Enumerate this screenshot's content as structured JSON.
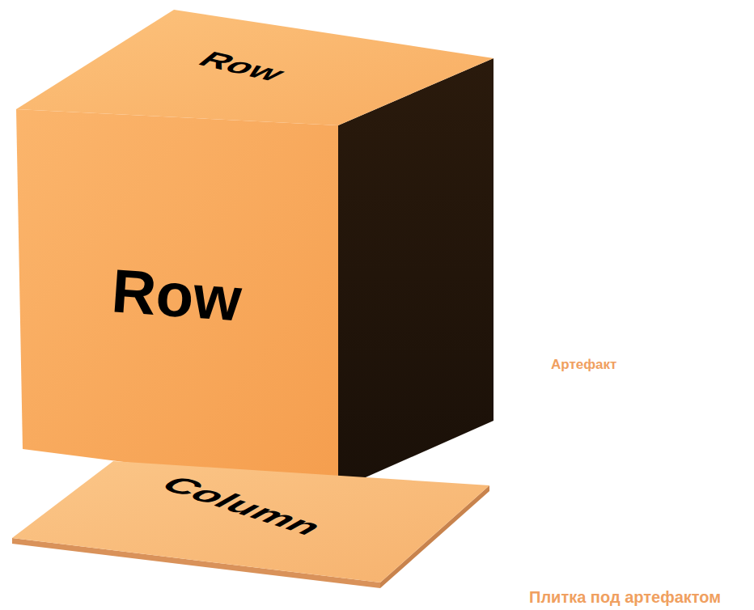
{
  "diagram": {
    "nodes": [
      {
        "text": [
          "Row"
        ]
      },
      {
        "text": [
          "Row"
        ]
      },
      {
        "text": [
          "Column"
        ]
      }
    ],
    "labels": [
      "Артефакт",
      "Плитка под артефактом"
    ]
  }
}
